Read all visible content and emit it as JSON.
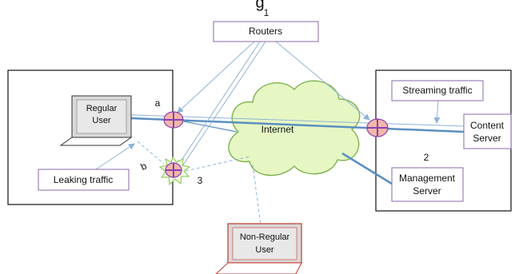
{
  "top_fragment": "g",
  "callouts": {
    "routers_number": "1",
    "management_number": "2",
    "leak_router_number": "3",
    "path_a": "a",
    "path_b": "b"
  },
  "boxes": {
    "routers": "Routers",
    "streaming_traffic": "Streaming traffic",
    "leaking_traffic": "Leaking traffic"
  },
  "cloud": {
    "label": "Internet",
    "fill": "#e6f7c4",
    "stroke": "#7fb24c"
  },
  "devices": {
    "regular_user": [
      "Regular",
      "User"
    ],
    "non_regular_user": [
      "Non-Regular",
      "User"
    ],
    "content_server": [
      "Content",
      "Server"
    ],
    "management_server": [
      "Management",
      "Server"
    ]
  },
  "colors": {
    "arrow": "#8fb3d6",
    "link": "#5b8fc0",
    "box_border": "#8a6aa8",
    "non_regular_border": "#c0392b",
    "router_fill": "#f1b7a7",
    "router_cross": "#8a3fb5",
    "leak_burst": "#8bc34a"
  }
}
